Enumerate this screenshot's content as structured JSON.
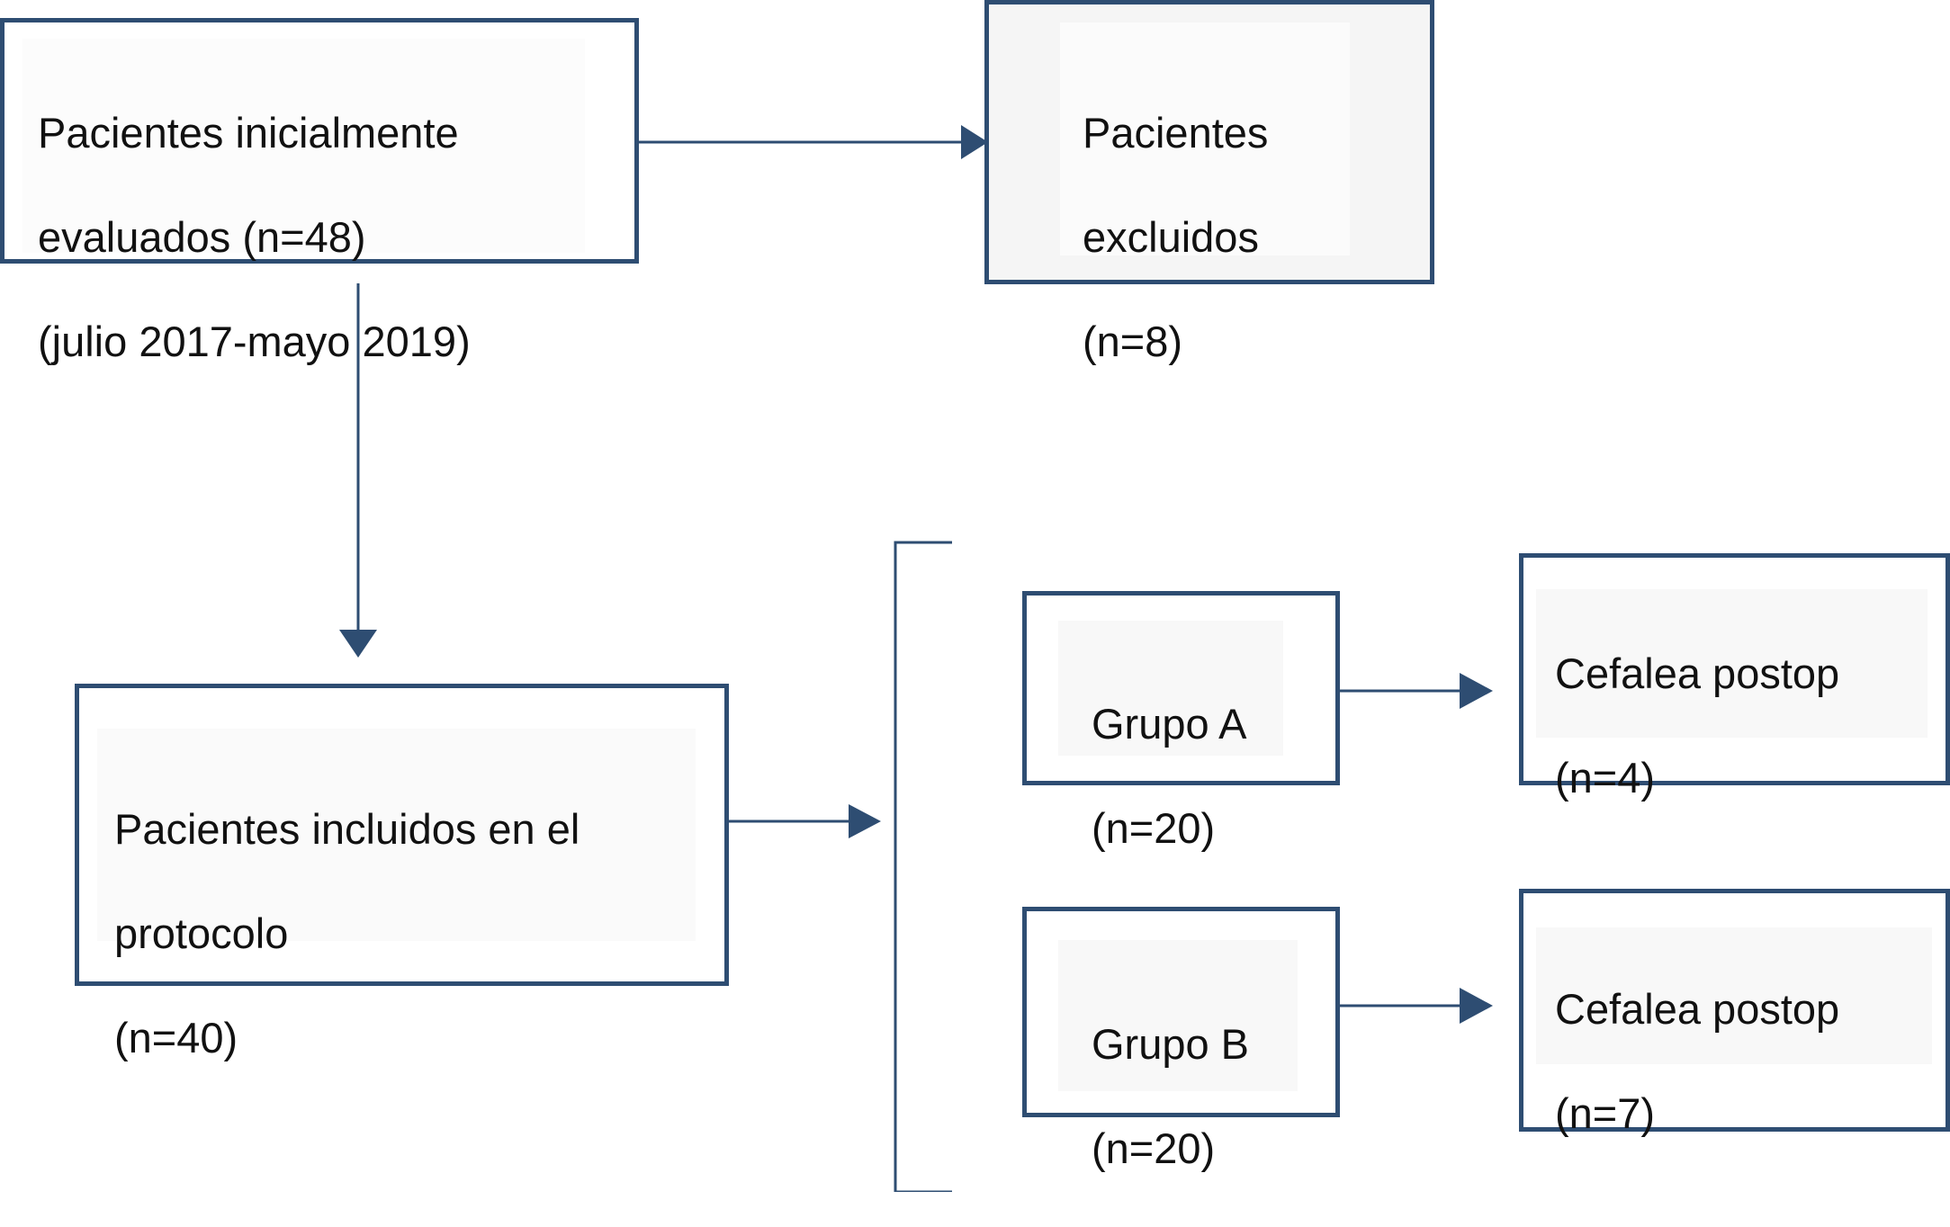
{
  "colors": {
    "stroke": "#2e4d72",
    "inner_fill": "#fafafa",
    "text": "#111111",
    "background": "#ffffff"
  },
  "nodes": {
    "initial": {
      "line1": "Pacientes inicialmente",
      "line2": "evaluados (n=48)",
      "line3": "(julio 2017-mayo 2019)"
    },
    "excluded": {
      "line1": "Pacientes",
      "line2": "excluidos",
      "line3": "(n=8)"
    },
    "included": {
      "line1": "Pacientes incluidos en el",
      "line2": "protocolo",
      "line3": "(n=40)"
    },
    "group_a": {
      "line1": "Grupo A",
      "line2": "(n=20)"
    },
    "group_b": {
      "line1": "Grupo B",
      "line2": "(n=20)"
    },
    "headache_a": {
      "line1": "Cefalea postop",
      "line2": "(n=4)"
    },
    "headache_b": {
      "line1": "Cefalea postop",
      "line2": "(n=7)"
    }
  }
}
